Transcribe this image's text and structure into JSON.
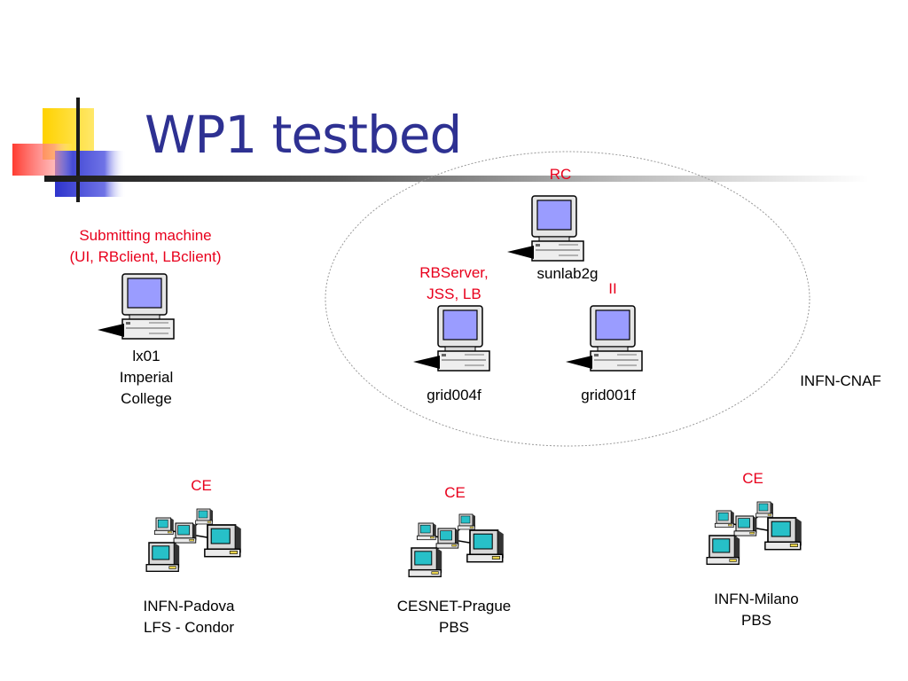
{
  "title": "WP1 testbed",
  "colors": {
    "title": "#2e3192",
    "role_label": "#e8001c",
    "logo_yellow": "#ffd200",
    "logo_red": "#ff3b30",
    "logo_blue": "#2e34cc"
  },
  "icons": {
    "workstation": "desktop-computer-icon",
    "cluster": "computer-cluster-icon"
  },
  "submitting": {
    "role_line1": "Submitting machine",
    "role_line2": "(UI, RBclient, LBclient)",
    "name": "lx01",
    "org_line1": "Imperial",
    "org_line2": "College"
  },
  "cnaf": {
    "site": "INFN-CNAF",
    "rc": {
      "role": "RC",
      "name": "sunlab2g"
    },
    "rb": {
      "role_line1": "RBServer,",
      "role_line2": "JSS, LB",
      "name": "grid004f"
    },
    "ii": {
      "role": "II",
      "name": "grid001f"
    }
  },
  "ce_sites": [
    {
      "role": "CE",
      "line1": "INFN-Padova",
      "line2": "LFS - Condor"
    },
    {
      "role": "CE",
      "line1": "CESNET-Prague",
      "line2": "PBS"
    },
    {
      "role": "CE",
      "line1": "INFN-Milano",
      "line2": "PBS"
    }
  ]
}
